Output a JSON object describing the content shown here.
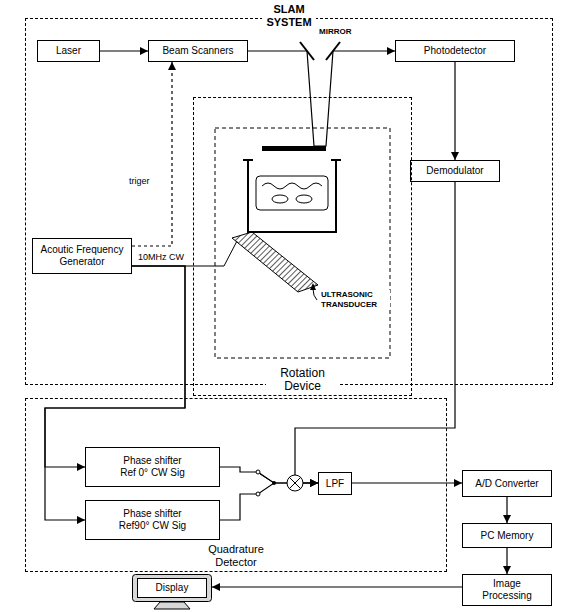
{
  "diagram": {
    "nodes": [
      {
        "text": [
          "SLAM SYSTEM"
        ]
      },
      {
        "text": [
          "Laser"
        ],
        "in": 0
      },
      {
        "text": [
          "Beam Scanners"
        ],
        "in": 0
      },
      {
        "text": [
          "Photodetector"
        ],
        "in": 0
      },
      {
        "text": [
          "Acoutic Frequency Generator"
        ],
        "in": 0
      },
      {
        "text": [
          "Demodulator"
        ],
        "in": 0
      },
      {
        "text": [
          "Rotation Device"
        ],
        "in": 0
      },
      {
        "text": [
          "Quadrature Detector"
        ]
      },
      {
        "text": [
          "Phase shifter",
          "Ref 0° CW Sig"
        ],
        "in": 7
      },
      {
        "text": [
          "Phase shifter",
          "Ref90° CW Sig"
        ],
        "in": 7
      },
      {
        "text": [
          "LPF"
        ],
        "in": 7
      },
      {
        "text": [
          "A/D Converter"
        ]
      },
      {
        "text": [
          "PC Memory"
        ]
      },
      {
        "text": [
          "Image Processing"
        ]
      },
      {
        "text": [
          "Display"
        ]
      }
    ],
    "edges": [
      {
        "from": 1,
        "to": 2,
        "arrow": "to"
      },
      {
        "from": 2,
        "to": 3,
        "arrow": "to"
      },
      {
        "from": 4,
        "to": 2,
        "label": "triger",
        "arrow": "to"
      },
      {
        "from": 3,
        "to": 5,
        "arrow": "to"
      },
      {
        "from": 4,
        "to": 6,
        "label": "10MHz CW",
        "arrow": "none"
      },
      {
        "from": 4,
        "to": 8,
        "arrow": "to"
      },
      {
        "from": 4,
        "to": 9,
        "arrow": "to"
      },
      {
        "from": 8,
        "to": 10,
        "arrow": "to"
      },
      {
        "from": 9,
        "to": 10,
        "arrow": "to"
      },
      {
        "from": 5,
        "to": 10,
        "arrow": "to"
      },
      {
        "from": 10,
        "to": 11,
        "arrow": "to"
      },
      {
        "from": 11,
        "to": 12,
        "arrow": "to"
      },
      {
        "from": 12,
        "to": 13,
        "arrow": "to"
      },
      {
        "from": 13,
        "to": 14,
        "arrow": "to"
      }
    ],
    "labels": [
      "MIRROR",
      "ULTRASONIC TRANSDUCER"
    ]
  }
}
